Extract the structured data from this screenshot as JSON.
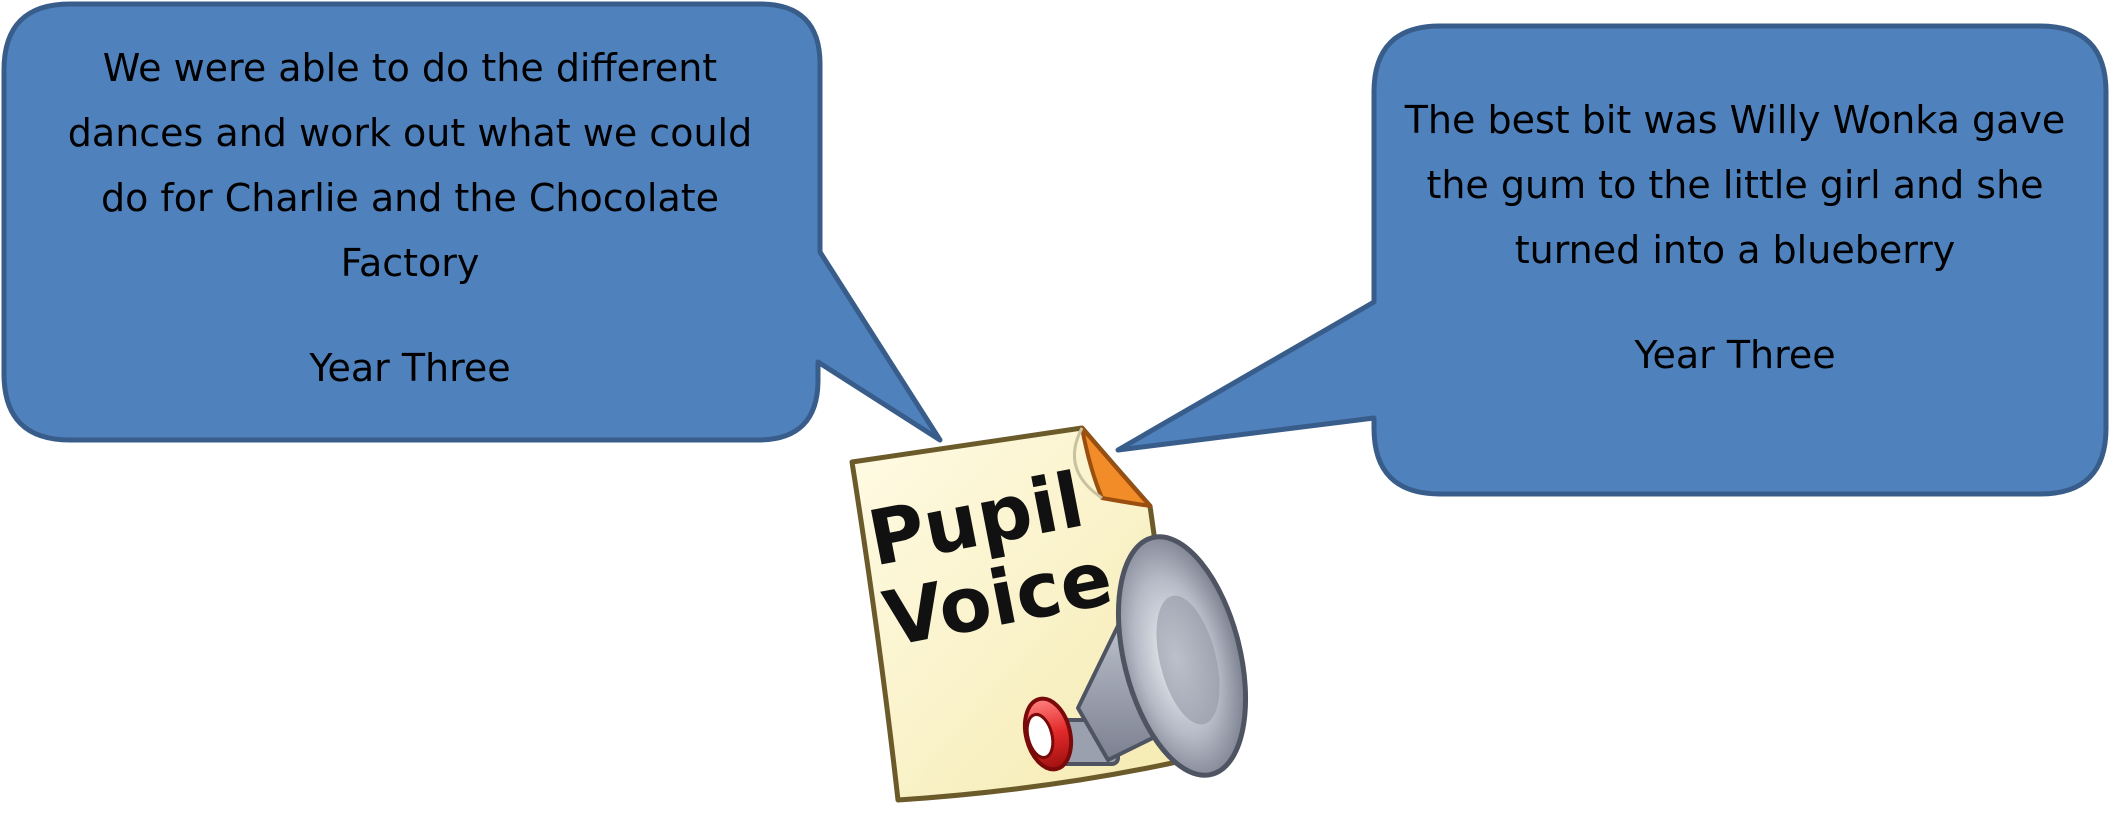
{
  "left_bubble": {
    "quote": "We were able to do the different dances and work out what we could do for Charlie and the Chocolate Factory",
    "attribution": "Year Three"
  },
  "right_bubble": {
    "quote": "The best bit was Willy Wonka gave the gum to the little girl and she turned into a blueberry",
    "attribution": "Year Three"
  },
  "logo": {
    "line1": "Pupil",
    "line2": "Voice"
  },
  "colors": {
    "bubble_fill": "#4f81bd",
    "bubble_stroke": "#385d8a",
    "paper": "#fdf6cf",
    "paper_fold": "#f28c28",
    "megaphone": "#b8bcc8",
    "megaphone_band": "#e03a3a"
  },
  "icons": {
    "logo": "document-megaphone-icon"
  }
}
